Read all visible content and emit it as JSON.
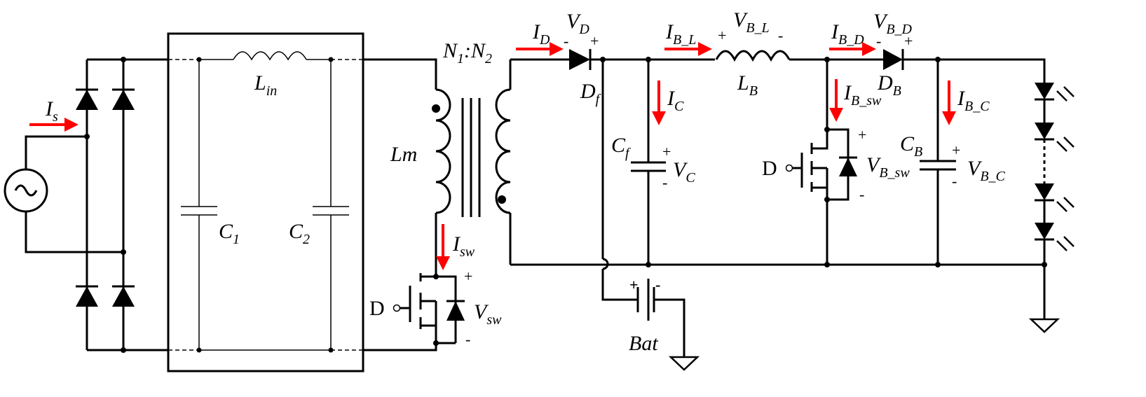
{
  "labels": {
    "Is": {
      "main": "I",
      "sub": "s"
    },
    "Lin": {
      "main": "L",
      "sub": "in"
    },
    "C1": {
      "main": "C",
      "sub": "1"
    },
    "C2": {
      "main": "C",
      "sub": "2"
    },
    "Lm": {
      "main": "Lm"
    },
    "ratio": {
      "n1": "N",
      "n1sub": "1",
      "colon": ":",
      "n2": "N",
      "n2sub": "2"
    },
    "Isw": {
      "main": "I",
      "sub": "sw"
    },
    "Vsw": {
      "main": "V",
      "sub": "sw"
    },
    "D_main": "D",
    "ID": {
      "main": "I",
      "sub": "D"
    },
    "VD": {
      "main": "V",
      "sub": "D"
    },
    "Df": {
      "main": "D",
      "sub": "f"
    },
    "IC": {
      "main": "I",
      "sub": "C"
    },
    "Cf": {
      "main": "C",
      "sub": "f"
    },
    "VC": {
      "main": "V",
      "sub": "C"
    },
    "IBL": {
      "main": "I",
      "sub": "B_L"
    },
    "VBL": {
      "main": "V",
      "sub": "B_L"
    },
    "LB": {
      "main": "L",
      "sub": "B"
    },
    "IBD": {
      "main": "I",
      "sub": "B_D"
    },
    "VBD": {
      "main": "V",
      "sub": "B_D"
    },
    "DB": {
      "main": "D",
      "sub": "B"
    },
    "IBsw": {
      "main": "I",
      "sub": "B_sw"
    },
    "VBsw": {
      "main": "V",
      "sub": "B_sw"
    },
    "D_boost": "D",
    "IBC": {
      "main": "I",
      "sub": "B_C"
    },
    "CB": {
      "main": "C",
      "sub": "B"
    },
    "VBC": {
      "main": "V",
      "sub": "B_C"
    },
    "Bat": "Bat"
  },
  "signs": {
    "plus": "+",
    "minus": "-"
  },
  "colors": {
    "wire": "#000000",
    "current_arrow": "#ff0000"
  },
  "icons": [
    "ac-source-icon",
    "diode-icon",
    "inductor-icon",
    "capacitor-icon",
    "transformer-icon",
    "mosfet-icon",
    "battery-icon",
    "ground-icon",
    "led-icon"
  ]
}
